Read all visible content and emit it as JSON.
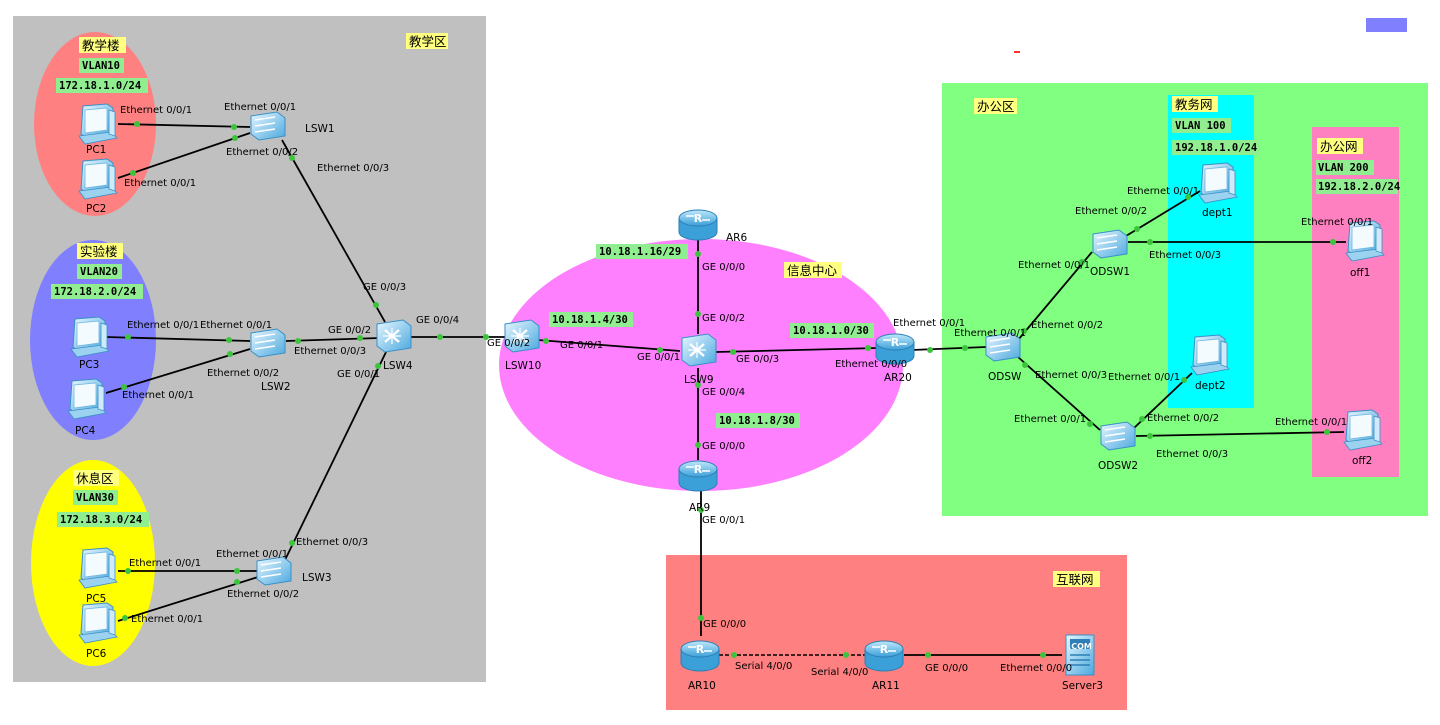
{
  "colors": {
    "teaching_area": "#c0c0c0",
    "office_area": "#80ff80",
    "info_center": "#ff80ff",
    "internet_area": "#ff8080",
    "building_teach": "#ff8080",
    "building_lab": "#8080ff",
    "building_rest": "#ffff00",
    "jiaowu": "#00ffff",
    "bangong": "#ff80c0",
    "tag_bg": "#90ee90",
    "port_dot": "#3cc43c",
    "icon_blue": "#5bbbe8"
  },
  "zones": {
    "teaching": "教学区",
    "office": "办公区",
    "info": "信息中心",
    "internet": "互联网",
    "jiaowu": "教务网",
    "bangong": "办公网",
    "teach_building": "教学楼",
    "lab_building": "实验楼",
    "rest_area": "休息区"
  },
  "tags": {
    "vlan10": "VLAN10",
    "net10": "172.18.1.0/24",
    "vlan20": "VLAN20",
    "net20": "172.18.2.0/24",
    "vlan30": "VLAN30",
    "net30": "172.18.3.0/24",
    "vlan100": "VLAN 100",
    "net100": "192.18.1.0/24",
    "vlan200": "VLAN 200",
    "net200": "192.18.2.0/24",
    "ar6_net": "10.18.1.16/29",
    "lsw10_net": "10.18.1.4/30",
    "ar20_net": "10.18.1.0/30",
    "ar9_net": "10.18.1.8/30"
  },
  "devices": {
    "pc1": "PC1",
    "pc2": "PC2",
    "pc3": "PC3",
    "pc4": "PC4",
    "pc5": "PC5",
    "pc6": "PC6",
    "lsw1": "LSW1",
    "lsw2": "LSW2",
    "lsw3": "LSW3",
    "lsw4": "LSW4",
    "lsw10": "LSW10",
    "lsw9": "LSW9",
    "ar6": "AR6",
    "ar9": "AR9",
    "ar20": "AR20",
    "ar10": "AR10",
    "ar11": "AR11",
    "server3": "Server3",
    "odsw": "ODSW",
    "odsw1": "ODSW1",
    "odsw2": "ODSW2",
    "dept1": "dept1",
    "dept2": "dept2",
    "off1": "off1",
    "off2": "off2",
    "server_screen": ".COM"
  },
  "ports": {
    "pc1_e": "Ethernet 0/0/1",
    "lsw1_e1": "Ethernet 0/0/1",
    "lsw1_e2": "Ethernet 0/0/2",
    "pc2_e": "Ethernet 0/0/1",
    "lsw1_e3": "Ethernet 0/0/3",
    "pc3_e": "Ethernet 0/0/1",
    "lsw2_e1": "Ethernet 0/0/1",
    "lsw2_e3": "Ethernet 0/0/3",
    "lsw2_e2": "Ethernet 0/0/2",
    "pc4_e": "Ethernet 0/0/1",
    "lsw4_g3": "GE 0/0/3",
    "lsw4_g2": "GE 0/0/2",
    "lsw4_g4": "GE 0/0/4",
    "lsw4_g1": "GE 0/0/1",
    "lsw3_e3": "Ethernet 0/0/3",
    "lsw3_e1": "Ethernet 0/0/1",
    "lsw3_e2": "Ethernet 0/0/2",
    "pc5_e": "Ethernet 0/0/1",
    "pc6_e": "Ethernet 0/0/1",
    "lsw10_g2": "GE 0/0/2",
    "lsw10_g1": "GE 0/0/1",
    "lsw9_g1": "GE 0/0/1",
    "ar6_g0": "GE 0/0/0",
    "lsw9_g2": "GE 0/0/2",
    "lsw9_g3": "GE 0/0/3",
    "lsw9_g4": "GE 0/0/4",
    "ar9_g0": "GE 0/0/0",
    "ar9_g1": "GE 0/0/1",
    "ar10_g0": "GE 0/0/0",
    "ar10_s": "Serial 4/0/0",
    "ar11_s": "Serial 4/0/0",
    "ar11_g0": "GE 0/0/0",
    "server_e": "Ethernet 0/0/0",
    "ar20_e1": "Ethernet 0/0/1",
    "ar20_e0": "Ethernet 0/0/0",
    "odsw_e1": "Ethernet 0/0/1",
    "odsw_e2": "Ethernet 0/0/2",
    "odsw_e3": "Ethernet 0/0/3",
    "odsw1_e1": "Ethernet 0/0/1",
    "odsw1_e2": "Ethernet 0/0/2",
    "odsw1_e3": "Ethernet 0/0/3",
    "dept1_e": "Ethernet 0/0/1",
    "off1_e": "Ethernet 0/0/1",
    "dept2_e": "Ethernet 0/0/1",
    "odsw2_e1": "Ethernet 0/0/1",
    "odsw2_e2": "Ethernet 0/0/2",
    "odsw2_e3": "Ethernet 0/0/3",
    "off2_e": "Ethernet 0/0/1"
  }
}
